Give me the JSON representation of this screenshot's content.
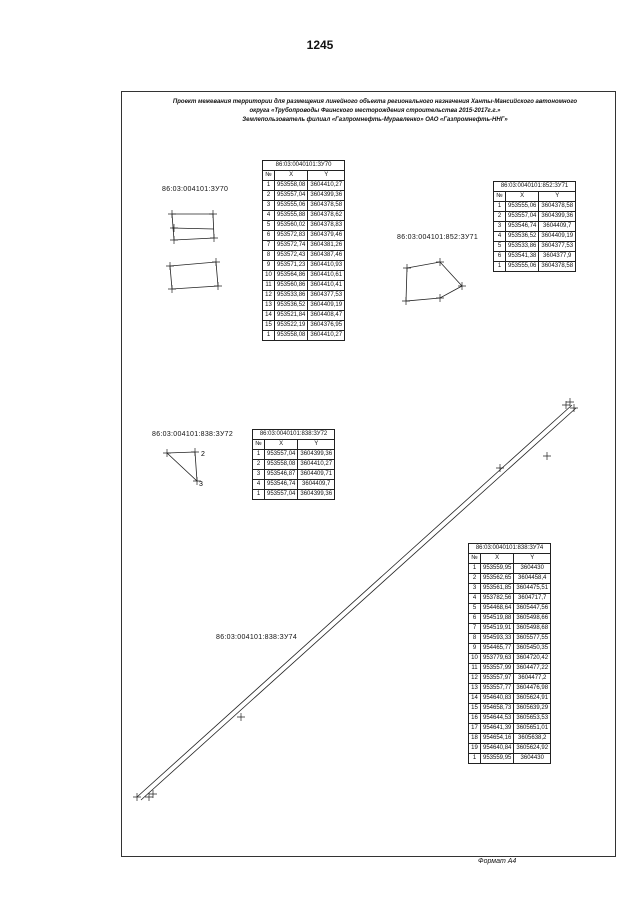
{
  "page_number": "1245",
  "header": {
    "line1": "Проект межевания территории для размещения линейного объекта регионального назначения Ханты-Мансийского автономного",
    "line2": "округа «Трубопроводы Фаинского месторождения строительства 2015-2017г.г.»",
    "line3": "Землепользователь филиал «Газпромнефть-Муравленко» ОАО «Газпромнефть-ННГ»"
  },
  "labels": {
    "zu70": "86:03:004101:ЗУ70",
    "zu71": "86:03:004101:852:ЗУ71",
    "zu72": "86:03:004101:838:ЗУ72",
    "zu74": "86:03:004101:838:ЗУ74"
  },
  "point_labels": {
    "p2": "2",
    "p3": "3"
  },
  "tables": {
    "t70": {
      "title": "86:03:0040101:ЗУ70",
      "headers": [
        "№",
        "X",
        "Y"
      ],
      "rows": [
        [
          "1",
          "953558,08",
          "3604410,27"
        ],
        [
          "2",
          "953557,04",
          "3604399,36"
        ],
        [
          "3",
          "953555,06",
          "3604378,58"
        ],
        [
          "4",
          "953555,88",
          "3604378,62"
        ],
        [
          "5",
          "953560,02",
          "3604378,83"
        ],
        [
          "6",
          "953572,83",
          "3604379,46"
        ],
        [
          "7",
          "953572,74",
          "3604381,26"
        ],
        [
          "8",
          "953572,43",
          "3604387,46"
        ],
        [
          "9",
          "953571,23",
          "3604410,93"
        ],
        [
          "10",
          "953564,86",
          "3604410,61"
        ],
        [
          "11",
          "953560,86",
          "3604410,41"
        ],
        [
          "12",
          "953533,86",
          "3604377,53"
        ],
        [
          "13",
          "953536,52",
          "3604409,19"
        ],
        [
          "14",
          "953521,84",
          "3604408,47"
        ],
        [
          "15",
          "953522,19",
          "3604376,95"
        ],
        [
          "1",
          "953558,08",
          "3604410,27"
        ]
      ]
    },
    "t71": {
      "title": "86:03:0040101:852:ЗУ71",
      "headers": [
        "№",
        "X",
        "Y"
      ],
      "rows": [
        [
          "1",
          "953555,06",
          "3604378,58"
        ],
        [
          "2",
          "953557,04",
          "3604399,36"
        ],
        [
          "3",
          "953546,74",
          "3604409,7"
        ],
        [
          "4",
          "953536,52",
          "3604409,19"
        ],
        [
          "5",
          "953533,86",
          "3604377,53"
        ],
        [
          "6",
          "953541,38",
          "3604377,9"
        ],
        [
          "1",
          "953555,06",
          "3604378,58"
        ]
      ]
    },
    "t72": {
      "title": "86:03:0040101:838:ЗУ72",
      "headers": [
        "№",
        "X",
        "Y"
      ],
      "rows": [
        [
          "1",
          "953557,04",
          "3604399,36"
        ],
        [
          "2",
          "953558,08",
          "3604410,27"
        ],
        [
          "3",
          "953546,87",
          "3604409,71"
        ],
        [
          "4",
          "953546,74",
          "3604409,7"
        ],
        [
          "1",
          "953557,04",
          "3604399,36"
        ]
      ]
    },
    "t74": {
      "title": "86:03:0040101:838:ЗУ74",
      "headers": [
        "№",
        "X",
        "Y"
      ],
      "rows": [
        [
          "1",
          "953559,95",
          "3604430"
        ],
        [
          "2",
          "953562,65",
          "3604458,4"
        ],
        [
          "3",
          "953561,85",
          "3604475,51"
        ],
        [
          "4",
          "953782,56",
          "3604717,7"
        ],
        [
          "5",
          "954468,64",
          "3605447,56"
        ],
        [
          "6",
          "954519,88",
          "3605498,66"
        ],
        [
          "7",
          "954519,91",
          "3605498,68"
        ],
        [
          "8",
          "954593,33",
          "3605577,55"
        ],
        [
          "9",
          "954465,77",
          "3605450,35"
        ],
        [
          "10",
          "953779,63",
          "3604720,42"
        ],
        [
          "11",
          "953557,99",
          "3604477,22"
        ],
        [
          "12",
          "953557,97",
          "3604477,2"
        ],
        [
          "13",
          "953557,77",
          "3604476,98"
        ],
        [
          "14",
          "954640,83",
          "3605624,91"
        ],
        [
          "15",
          "954658,73",
          "3605639,29"
        ],
        [
          "16",
          "954644,53",
          "3605653,53"
        ],
        [
          "17",
          "954641,39",
          "3605651,01"
        ],
        [
          "18",
          "954654,16",
          "3605638,2"
        ],
        [
          "19",
          "954640,84",
          "3605624,92"
        ],
        [
          "1",
          "953559,95",
          "3604430"
        ]
      ]
    }
  },
  "format": "Формат А4"
}
